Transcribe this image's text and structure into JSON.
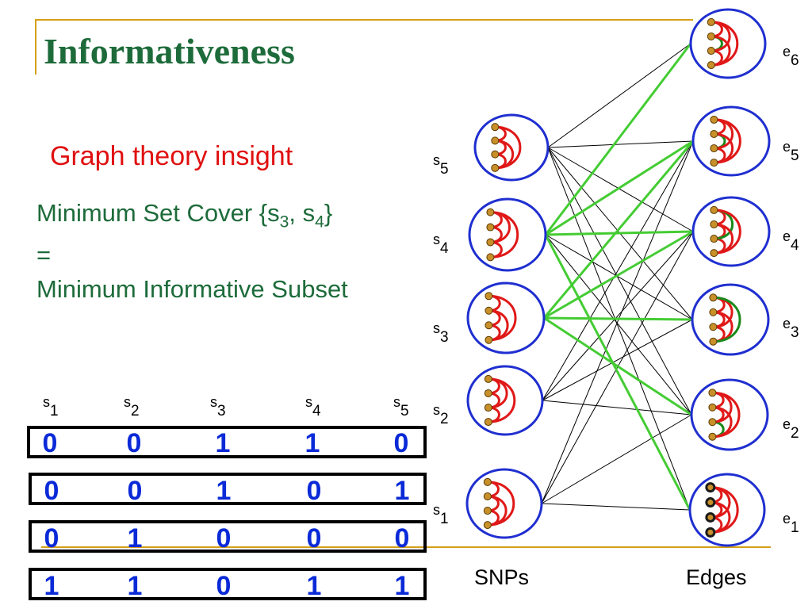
{
  "slide": {
    "title": "Informativeness",
    "subtitle": "Graph theory insight",
    "cover_line_main": "Minimum Set Cover  {s",
    "cover_idx_a": "3",
    "cover_sep": ", s",
    "cover_idx_b": "4",
    "cover_close": "}",
    "equals": "=",
    "subset_line": "Minimum Informative Subset"
  },
  "table": {
    "headers": [
      {
        "letter": "s",
        "index": "1"
      },
      {
        "letter": "s",
        "index": "2"
      },
      {
        "letter": "s",
        "index": "3"
      },
      {
        "letter": "s",
        "index": "4"
      },
      {
        "letter": "s",
        "index": "5"
      }
    ],
    "rows": [
      [
        "0",
        "0",
        "1",
        "1",
        "0"
      ],
      [
        "0",
        "0",
        "1",
        "0",
        "1"
      ],
      [
        "0",
        "1",
        "0",
        "0",
        "0"
      ],
      [
        "1",
        "1",
        "0",
        "1",
        "1"
      ]
    ]
  },
  "graph": {
    "snps_label": "SNPs",
    "edges_label": "Edges",
    "snp_labels": [
      {
        "letter": "s",
        "index": "5"
      },
      {
        "letter": "s",
        "index": "4"
      },
      {
        "letter": "s",
        "index": "3"
      },
      {
        "letter": "s",
        "index": "2"
      },
      {
        "letter": "s",
        "index": "1"
      }
    ],
    "edge_labels": [
      {
        "letter": "e",
        "index": "6"
      },
      {
        "letter": "e",
        "index": "5"
      },
      {
        "letter": "e",
        "index": "4"
      },
      {
        "letter": "e",
        "index": "3"
      },
      {
        "letter": "e",
        "index": "2"
      },
      {
        "letter": "e",
        "index": "1"
      }
    ],
    "colors": {
      "circle": "#1f2fd0",
      "node_fill": "#c8902a",
      "arc_red": "#e01818",
      "arc_green": "#1a8a1a",
      "cover_line": "#44cc33",
      "thin_line": "#000000",
      "accent_rule": "#d4a017"
    }
  }
}
